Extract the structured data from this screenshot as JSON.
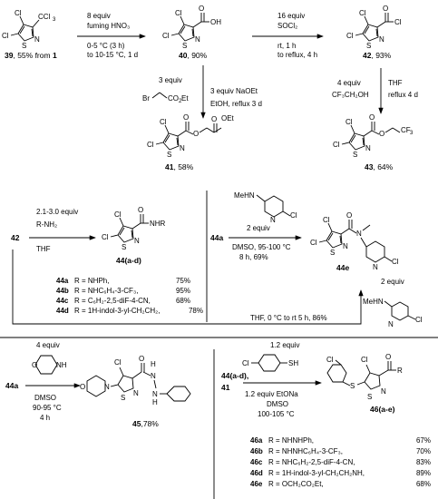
{
  "compounds": {
    "c39": {
      "num": "39",
      "note": ", 55% from ",
      "ref": "1"
    },
    "c40": {
      "num": "40",
      "yield": ", 90%"
    },
    "c42": {
      "num": "42",
      "yield": ", 93%"
    },
    "c41": {
      "num": "41",
      "yield": ", 58%"
    },
    "c43": {
      "num": "43",
      "yield": ", 64%"
    },
    "c44ad": {
      "num": "44",
      "suffix": "(a-d)"
    },
    "c44e": {
      "num": "44e"
    },
    "c45": {
      "num": "45",
      "yield": ",78%"
    },
    "c46": {
      "num": "46",
      "suffix": "(a-e)"
    }
  },
  "conditions": {
    "r1": [
      "8 equiv",
      "fuming HNO₃",
      "0-5 °C (3 h)",
      "to 10-15 °C, 1 d"
    ],
    "r2": [
      "16 equiv",
      "SOCl₂",
      "rt, 1 h",
      "to reflux, 4 h"
    ],
    "r3": [
      "3 equiv",
      "3 equiv NaOEt",
      "EtOH, reflux 3 d"
    ],
    "r4": [
      "4 equiv",
      "CF₃CH₂OH",
      "THF",
      "reflux 4 d"
    ],
    "r5": [
      "2.1-3.0 equiv",
      "R-NH₂",
      "THF"
    ],
    "r6": [
      "2 equiv",
      "DMSO, 95-100 °C",
      "8 h, 69%"
    ],
    "r7": [
      "2 equiv"
    ],
    "r7b": "THF, 0 °C to rt 5 h, 86%",
    "r8": [
      "4 equiv",
      "DMSO",
      "90-95 °C",
      "4 h"
    ],
    "r9": [
      "1.2 equiv",
      "1.2 equiv EtONa",
      "DMSO",
      "100-105 °C"
    ]
  },
  "labels": {
    "l42": "42",
    "l44a": "44a",
    "l44a2": "44a",
    "l44ad": "44(a-d),",
    "l41": "41"
  },
  "table44": [
    {
      "id": "44a",
      "r": "R  = NHPh,",
      "yield": "75%"
    },
    {
      "id": "44b",
      "r": "R  = NHC₆H₄-3-CF₃,",
      "yield": "95%"
    },
    {
      "id": "44c",
      "r": "R  = C₆H₂-2,5-diF-4-CN,",
      "yield": "68%"
    },
    {
      "id": "44d",
      "r": "R  = 1H-indol-3-yl-CH₂CH₂,",
      "yield": "78%"
    }
  ],
  "table46": [
    {
      "id": "46a",
      "r": "R  = NHNHPh,",
      "yield": "67%"
    },
    {
      "id": "46b",
      "r": "R  = NHNHC₆H₄-3-CF₃,",
      "yield": "70%"
    },
    {
      "id": "46c",
      "r": "R  = NHC₆H₂-2,5-diF-4-CN,",
      "yield": "83%"
    },
    {
      "id": "46d",
      "r": "R  = 1H-indol-3-yl-CH₂CH₂NH,",
      "yield": "89%"
    },
    {
      "id": "46e",
      "r": "R  = OCH₂CO₂Et,",
      "yield": "68%"
    }
  ]
}
